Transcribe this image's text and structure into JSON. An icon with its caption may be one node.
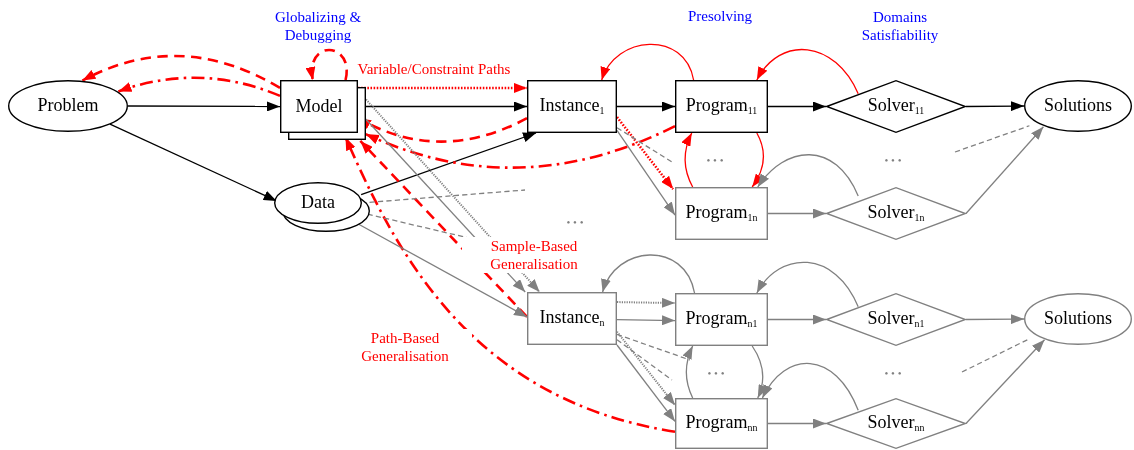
{
  "diagram": {
    "nodes": [
      {
        "text": [
          "Problem"
        ]
      },
      {
        "text": [
          "Model"
        ]
      },
      {
        "text": [
          "Data"
        ]
      },
      {
        "text": [
          "Instance$_{1}$"
        ]
      },
      {
        "text": [
          "Program$_{11}$"
        ]
      },
      {
        "text": [
          "Solver$_{11}$"
        ]
      },
      {
        "text": [
          "Solutions"
        ]
      },
      {
        "text": [
          "Program$_{1n}$"
        ]
      },
      {
        "text": [
          "Solver$_{1n}$"
        ]
      },
      {
        "text": [
          "Instance$_{n}$"
        ]
      },
      {
        "text": [
          "Program$_{n1}$"
        ]
      },
      {
        "text": [
          "Solver$_{n1}$"
        ]
      },
      {
        "text": [
          "Solutions"
        ]
      },
      {
        "text": [
          "Program$_{nn}$"
        ]
      },
      {
        "text": [
          "Solver$_{nn}$"
        ]
      }
    ],
    "edges": [
      {
        "from": 0,
        "to": 1,
        "arrow": "to",
        "color": "#000000"
      },
      {
        "from": 0,
        "to": 2,
        "arrow": "to",
        "color": "#000000"
      },
      {
        "from": 1,
        "to": 3,
        "arrow": "to",
        "color": "#000000"
      },
      {
        "from": 2,
        "to": 3,
        "arrow": "to",
        "color": "#000000"
      },
      {
        "from": 3,
        "to": 4,
        "arrow": "to",
        "color": "#000000"
      },
      {
        "from": 4,
        "to": 5,
        "arrow": "to",
        "color": "#000000"
      },
      {
        "from": 5,
        "to": 6,
        "arrow": "to",
        "color": "#000000"
      },
      {
        "from": 1,
        "to": 0,
        "arrow": "to",
        "style": "dashed",
        "color": "#ff0000"
      },
      {
        "from": 1,
        "to": 0,
        "arrow": "to",
        "style": "dashed",
        "color": "#ff0000"
      },
      {
        "from": 1,
        "to": 1,
        "arrow": "to",
        "style": "dashed",
        "color": "#ff0000",
        "label": "Globalizing & Debugging"
      },
      {
        "from": 1,
        "to": 3,
        "arrow": "to",
        "style": "dashed",
        "color": "#ff0000",
        "label": "Variable/Constraint Paths"
      },
      {
        "from": 3,
        "to": 1,
        "arrow": "to",
        "style": "dashed",
        "color": "#ff0000"
      },
      {
        "from": 4,
        "to": 1,
        "arrow": "to",
        "style": "dashed",
        "color": "#ff0000"
      },
      {
        "from": 9,
        "to": 1,
        "arrow": "to",
        "style": "dashed",
        "color": "#ff0000",
        "label": "Sample-Based Generalisation"
      },
      {
        "from": 13,
        "to": 1,
        "arrow": "to",
        "style": "dashed",
        "color": "#ff0000",
        "label": "Path-Based Generalisation"
      },
      {
        "from": 4,
        "to": 3,
        "arrow": "to",
        "color": "#ff0000",
        "label": "Presolving"
      },
      {
        "from": 5,
        "to": 4,
        "arrow": "to",
        "color": "#ff0000",
        "label": "Domains Satisfiability"
      },
      {
        "from": 3,
        "to": 7,
        "arrow": "to",
        "style": "dashed",
        "color": "#ff0000"
      },
      {
        "from": 7,
        "to": 4,
        "arrow": "to",
        "color": "#ff0000"
      },
      {
        "from": 4,
        "to": 7,
        "arrow": "to",
        "color": "#ff0000"
      },
      {
        "from": 3,
        "to": 7,
        "arrow": "to",
        "color": "#808080"
      },
      {
        "from": 7,
        "to": 8,
        "arrow": "to",
        "color": "#808080"
      },
      {
        "from": 8,
        "to": 6,
        "arrow": "to",
        "color": "#808080"
      },
      {
        "from": 8,
        "to": 7,
        "arrow": "to",
        "color": "#808080"
      },
      {
        "from": 3,
        "to": null,
        "arrow": "none",
        "style": "dashed",
        "color": "#808080"
      },
      {
        "from": 2,
        "to": null,
        "arrow": "none",
        "style": "dashed",
        "color": "#808080"
      },
      {
        "from": 2,
        "to": null,
        "arrow": "none",
        "style": "dashed",
        "color": "#808080"
      },
      {
        "from": 2,
        "to": 9,
        "arrow": "to",
        "color": "#808080"
      },
      {
        "from": 1,
        "to": 9,
        "arrow": "to",
        "color": "#808080"
      },
      {
        "from": 1,
        "to": 9,
        "arrow": "to",
        "style": "dashed",
        "color": "#808080"
      },
      {
        "from": 9,
        "to": 10,
        "arrow": "to",
        "style": "dashed",
        "color": "#808080"
      },
      {
        "from": 9,
        "to": 10,
        "arrow": "to",
        "color": "#808080"
      },
      {
        "from": 9,
        "to": 13,
        "arrow": "to",
        "color": "#808080"
      },
      {
        "from": 9,
        "to": 13,
        "arrow": "to",
        "style": "dashed",
        "color": "#808080"
      },
      {
        "from": 9,
        "to": null,
        "arrow": "none",
        "style": "dashed",
        "color": "#808080"
      },
      {
        "from": 9,
        "to": null,
        "arrow": "none",
        "style": "dashed",
        "color": "#808080"
      },
      {
        "from": 10,
        "to": 9,
        "arrow": "to",
        "color": "#808080"
      },
      {
        "from": 10,
        "to": 11,
        "arrow": "to",
        "color": "#808080"
      },
      {
        "from": 11,
        "to": 12,
        "arrow": "to",
        "color": "#808080"
      },
      {
        "from": 11,
        "to": 10,
        "arrow": "to",
        "color": "#808080"
      },
      {
        "from": 13,
        "to": 10,
        "arrow": "to",
        "color": "#808080"
      },
      {
        "from": 10,
        "to": 13,
        "arrow": "to",
        "color": "#808080"
      },
      {
        "from": 13,
        "to": 14,
        "arrow": "to",
        "color": "#808080"
      },
      {
        "from": 14,
        "to": 12,
        "arrow": "to",
        "color": "#808080"
      },
      {
        "from": 14,
        "to": 13,
        "arrow": "to",
        "color": "#808080"
      },
      {
        "from": null,
        "to": 6,
        "arrow": "none",
        "style": "dashed",
        "color": "#808080"
      },
      {
        "from": null,
        "to": 12,
        "arrow": "none",
        "style": "dashed",
        "color": "#808080"
      }
    ],
    "labels": [
      "• • •",
      "• • •",
      "• • •",
      "• • •",
      "• • •"
    ]
  }
}
